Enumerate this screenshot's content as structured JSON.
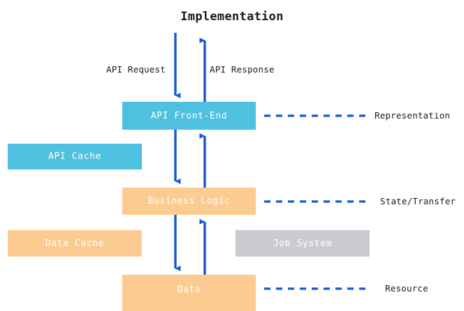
{
  "diagram": {
    "title": "Implementation",
    "colors": {
      "api_layer": "#4FC1E0",
      "logic_layer": "#FCCB92",
      "auxiliary": "#CDC9D1",
      "arrow": "#1558D6",
      "text_on_node": "#FFFFFF",
      "text": "#1A1A1A",
      "background": "#FFFFFF"
    },
    "nodes": [
      {
        "id": "api-front-end",
        "label": "API Front-End",
        "color": "#4FC1E0"
      },
      {
        "id": "api-cache",
        "label": "API Cache",
        "color": "#4FC1E0"
      },
      {
        "id": "business-logic",
        "label": "Business Logic",
        "color": "#FCCB92"
      },
      {
        "id": "data-cache",
        "label": "Data Cache",
        "color": "#FCCB92"
      },
      {
        "id": "job-system",
        "label": "Job System",
        "color": "#CDC9D1"
      },
      {
        "id": "data",
        "label": "Data",
        "color": "#FCCB92"
      }
    ],
    "edge_labels": [
      {
        "id": "api-request",
        "label": "API Request",
        "direction": "down"
      },
      {
        "id": "api-response",
        "label": "API Response",
        "direction": "up"
      }
    ],
    "side_labels": [
      {
        "id": "representation",
        "label": "Representation",
        "connects_to": "api-front-end"
      },
      {
        "id": "state-transfer",
        "label": "State/Transfer",
        "connects_to": "business-logic"
      },
      {
        "id": "resource",
        "label": "Resource",
        "connects_to": "data"
      }
    ],
    "arrows": [
      {
        "id": "request-into-frontend",
        "from": "outside",
        "to": "api-front-end",
        "direction": "down"
      },
      {
        "id": "response-from-frontend",
        "from": "api-front-end",
        "to": "outside",
        "direction": "up"
      },
      {
        "id": "frontend-to-logic",
        "from": "api-front-end",
        "to": "business-logic",
        "direction": "down"
      },
      {
        "id": "logic-to-frontend",
        "from": "business-logic",
        "to": "api-front-end",
        "direction": "up"
      },
      {
        "id": "logic-to-data",
        "from": "business-logic",
        "to": "data",
        "direction": "down"
      },
      {
        "id": "data-to-logic",
        "from": "data",
        "to": "business-logic",
        "direction": "up"
      }
    ]
  }
}
